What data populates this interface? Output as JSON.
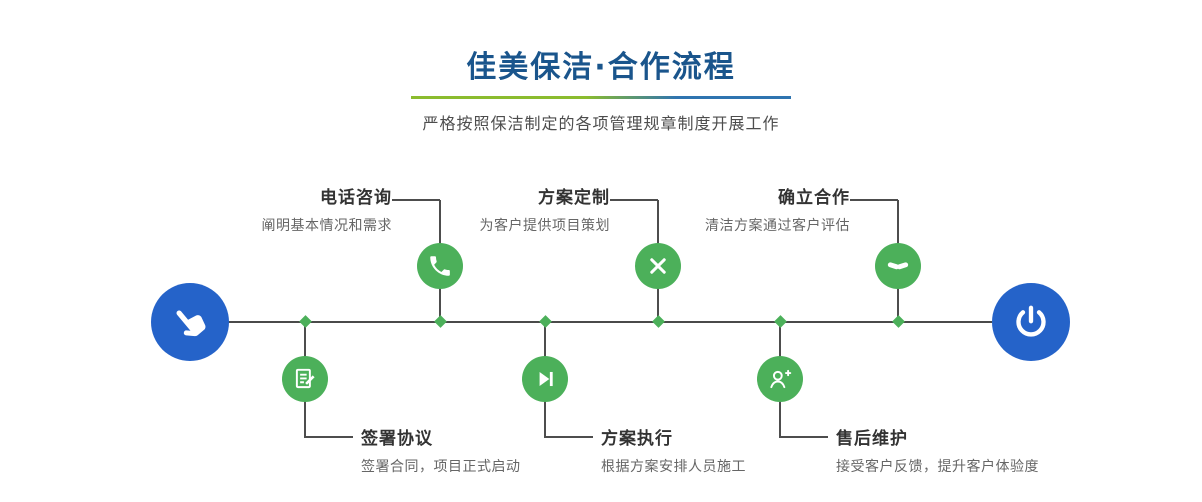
{
  "header": {
    "title": "佳美保洁·合作流程",
    "subtitle": "严格按照保洁制定的各项管理规章制度开展工作"
  },
  "timeline": {
    "start_icon": "hand-pointer-icon",
    "end_icon": "power-icon",
    "steps_top": [
      {
        "title": "电话咨询",
        "desc": "阐明基本情况和需求",
        "icon": "phone-icon"
      },
      {
        "title": "方案定制",
        "desc": "为客户提供项目策划",
        "icon": "design-icon"
      },
      {
        "title": "确立合作",
        "desc": "清洁方案通过客户评估",
        "icon": "handshake-icon"
      }
    ],
    "steps_bottom": [
      {
        "title": "签署协议",
        "desc": "签署合同，项目正式启动",
        "icon": "sign-icon"
      },
      {
        "title": "方案执行",
        "desc": "根据方案安排人员施工",
        "icon": "execute-icon"
      },
      {
        "title": "售后维护",
        "desc": "接受客户反馈，提升客户体验度",
        "icon": "service-icon"
      }
    ]
  },
  "colors": {
    "title_blue": "#1a558c",
    "accent_green": "#4cb05a",
    "accent_blue": "#2563c9",
    "divider_green": "#8bbc2e",
    "divider_blue": "#2f74b0",
    "line_gray": "#4a4a4a"
  }
}
